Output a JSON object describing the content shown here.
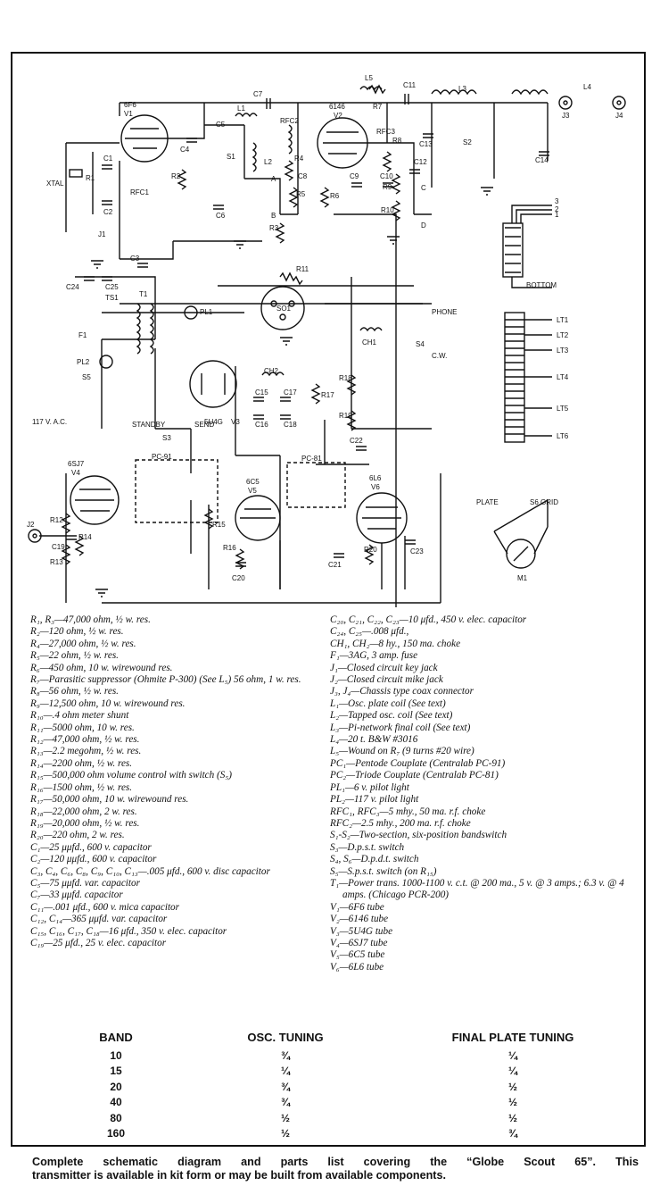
{
  "schematic_labels": {
    "v1_type": "6F6",
    "v1": "V1",
    "v2_type": "6146",
    "v2": "V2",
    "v3_type": "5U4G",
    "v3": "V3",
    "v4_type": "6SJ7",
    "v4": "V4",
    "v5_type": "6C5",
    "v5": "V5",
    "v6_type": "6L6",
    "v6": "V6",
    "xtal": "XTAL",
    "rfc1": "RFC1",
    "rfc2": "RFC2",
    "rfc3": "RFC3",
    "l1": "L1",
    "l2": "L2",
    "l3": "L3",
    "l4": "L4",
    "l5": "L5",
    "j1": "J1",
    "j2": "J2",
    "j3": "J3",
    "j4": "J4",
    "s1": "S1",
    "s2": "S2",
    "s3": "S3",
    "s4": "S4",
    "s5": "S5",
    "s6": "S6",
    "t1": "T1",
    "pl1": "PL1",
    "pl2": "PL2",
    "so1": "SO1",
    "f1": "F1",
    "ts1": "TS1",
    "ch1": "CH1",
    "ch2": "CH2",
    "m1": "M1",
    "c1": "C1",
    "c2": "C2",
    "c3": "C3",
    "c4": "C4",
    "c5": "C5",
    "c6": "C6",
    "c7": "C7",
    "c8": "C8",
    "c9": "C9",
    "c10": "C10",
    "c11": "C11",
    "c12": "C12",
    "c13": "C13",
    "c14": "C14",
    "c15": "C15",
    "c16": "C16",
    "c17": "C17",
    "c18": "C18",
    "c19": "C19",
    "c20": "C20",
    "c21": "C21",
    "c22": "C22",
    "c23": "C23",
    "c24": "C24",
    "c25": "C25",
    "r1": "R1",
    "r2": "R2",
    "r3": "R3",
    "r4": "R4",
    "r5": "R5",
    "r6": "R6",
    "r7": "R7",
    "r8": "R8",
    "r9": "R9",
    "r10": "R10",
    "r11": "R11",
    "r12": "R12",
    "r13": "R13",
    "r14": "R14",
    "r15": "R15",
    "r16": "R16",
    "r17": "R17",
    "r18": "R18",
    "r19": "R19",
    "r20": "R20",
    "pc91": "PC-91",
    "pc81": "PC-81",
    "phone": "PHONE",
    "cw": "C.W.",
    "standby": "STANDBY",
    "send": "SEND",
    "vac": "117 V. A.C.",
    "plate": "PLATE",
    "grid": "GRID",
    "bottom": "BOTTOM",
    "lt1": "LT1",
    "lt2": "LT2",
    "lt3": "LT3",
    "lt4": "LT4",
    "lt5": "LT5",
    "lt6": "LT6",
    "tap1": "1",
    "tap2": "2",
    "tap3": "3",
    "pt_a": "A",
    "pt_b": "B",
    "pt_c": "C",
    "pt_d": "D"
  },
  "parts_left": [
    "R₁, R₃—47,000 ohm, ½ w. res.",
    "R₂—120 ohm, ½ w. res.",
    "R₄—27,000 ohm, ½ w. res.",
    "R₅—22 ohm, ½ w. res.",
    "R₆—450 ohm, 10 w. wirewound res.",
    "R₇—Parasitic suppressor (Ohmite P-300) (See L₅) 56 ohm, 1 w. res.",
    "R₈—56 ohm, ½ w. res.",
    "R₉—12,500 ohm, 10 w. wirewound res.",
    "R₁₀—.4 ohm meter shunt",
    "R₁₁—5000 ohm, 10 w. res.",
    "R₁₂—47,000 ohm, ½ w. res.",
    "R₁₃—2.2 megohm, ½ w. res.",
    "R₁₄—2200 ohm, ½ w. res.",
    "R₁₅—500,000 ohm volume control with switch (S₅)",
    "R₁₆—1500 ohm, ½ w. res.",
    "R₁₇—50,000 ohm, 10 w. wirewound res.",
    "R₁₈—22,000 ohm, 2 w. res.",
    "R₁₉—20,000 ohm, ½ w. res.",
    "R₂₀—220 ohm, 2 w. res.",
    "C₁—25 μμfd., 600 v. capacitor",
    "C₂—120 μμfd., 600 v. capacitor",
    "C₃, C₄, C₆, C₈, C₉, C₁₀, C₁₃—.005 μfd., 600 v. disc capacitor",
    "C₅—75 μμfd. var. capacitor",
    "C₇—33 μμfd. capacitor",
    "C₁₁—.001 μfd., 600 v. mica capacitor",
    "C₁₂, C₁₄—365 μμfd. var. capacitor",
    "C₁₅, C₁₆, C₁₇, C₁₈—16 μfd., 350 v. elec. capacitor",
    "C₁₉—25 μfd., 25 v. elec. capacitor"
  ],
  "parts_right": [
    "C₂₀, C₂₁, C₂₂, C₂₃—10 μfd., 450 v. elec. capacitor",
    "C₂₄, C₂₅—.008 μfd.,",
    "CH₁, CH₂—8 hy., 150 ma. choke",
    "F₁—3AG, 3 amp. fuse",
    "J₁—Closed circuit key jack",
    "J₂—Closed circuit mike jack",
    "J₃, J₄—Chassis type coax connector",
    "L₁—Osc. plate coil (See text)",
    "L₂—Tapped osc. coil (See text)",
    "L₃—Pi-network final coil (See text)",
    "L₄—20 t. B&W #3016",
    "L₅—Wound on R₇ (9 turns #20 wire)",
    "PC₁—Pentode Couplate (Centralab PC-91)",
    "PC₂—Triode Couplate (Centralab PC-81)",
    "PL₁—6 v. pilot light",
    "PL₂—117 v. pilot light",
    "RFC₁, RFC₃—5 mhy., 50 ma. r.f. choke",
    "RFC₂—2.5 mhy., 200 ma. r.f. choke",
    "S₁-S₂—Two-section, six-position bandswitch",
    "S₃—D.p.s.t. switch",
    "S₄, S₆—D.p.d.t. switch",
    "S₅—S.p.s.t. switch (on R₁₅)",
    "T₁—Power trans. 1000-1100 v. c.t. @ 200 ma., 5 v. @ 3 amps.; 6.3 v. @ 4 amps. (Chicago PCR-200)",
    "V₁—6F6 tube",
    "V₂—6146 tube",
    "V₃—5U4G tube",
    "V₄—6SJ7 tube",
    "V₅—6C5 tube",
    "V₆—6L6 tube"
  ],
  "band_table": {
    "headers": [
      "BAND",
      "OSC. TUNING",
      "FINAL PLATE TUNING"
    ],
    "rows": [
      [
        "10",
        "¾",
        "¼"
      ],
      [
        "15",
        "¼",
        "¼"
      ],
      [
        "20",
        "¾",
        "½"
      ],
      [
        "40",
        "¾",
        "½"
      ],
      [
        "80",
        "½",
        "½"
      ],
      [
        "160",
        "½",
        "¾"
      ]
    ]
  },
  "caption": {
    "line1": "Complete schematic diagram and parts list covering the “Globe Scout 65”. This",
    "line2": "transmitter is available in kit form or may be built from available components."
  }
}
